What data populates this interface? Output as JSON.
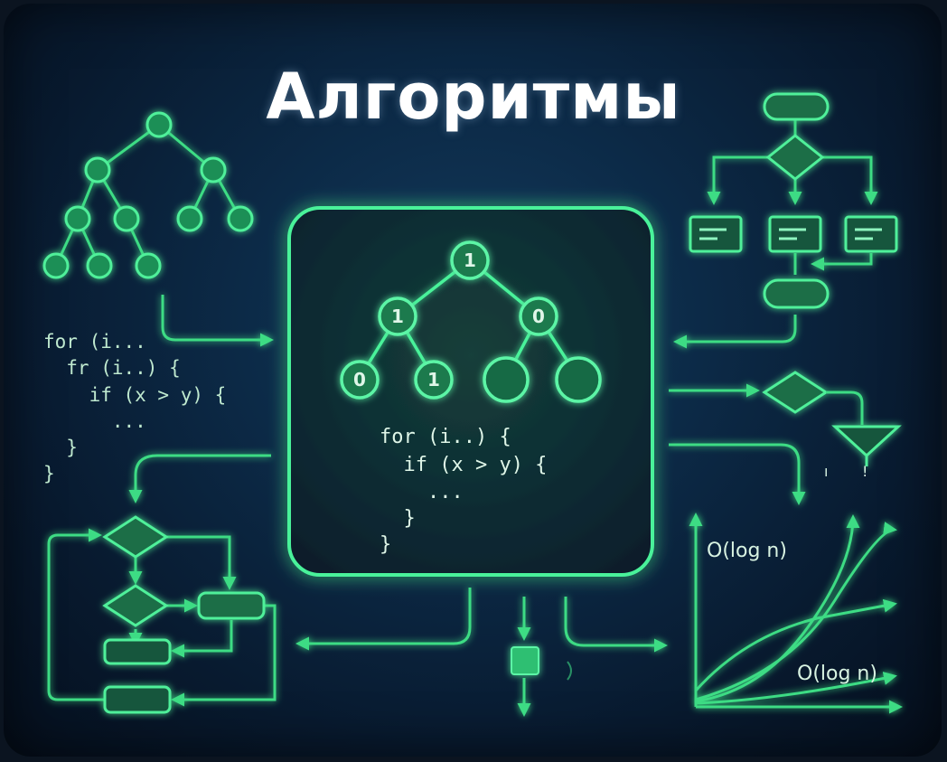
{
  "title": "Алгоритмы",
  "accent_color": "#3ddc84",
  "center_tree_labels": [
    "1",
    "1",
    "0",
    "0",
    "1"
  ],
  "center_code": [
    "for (i..) {",
    "  if (x > y) {",
    "    ...",
    "  }",
    "}"
  ],
  "left_code": [
    "for (i...",
    "  fr (i..) {",
    "    if (x > y) {",
    "      ...",
    "  }",
    "}"
  ],
  "graph_labels": [
    "O(log n)",
    "O(log n)"
  ],
  "stray_marks": [
    "ı",
    "!"
  ]
}
